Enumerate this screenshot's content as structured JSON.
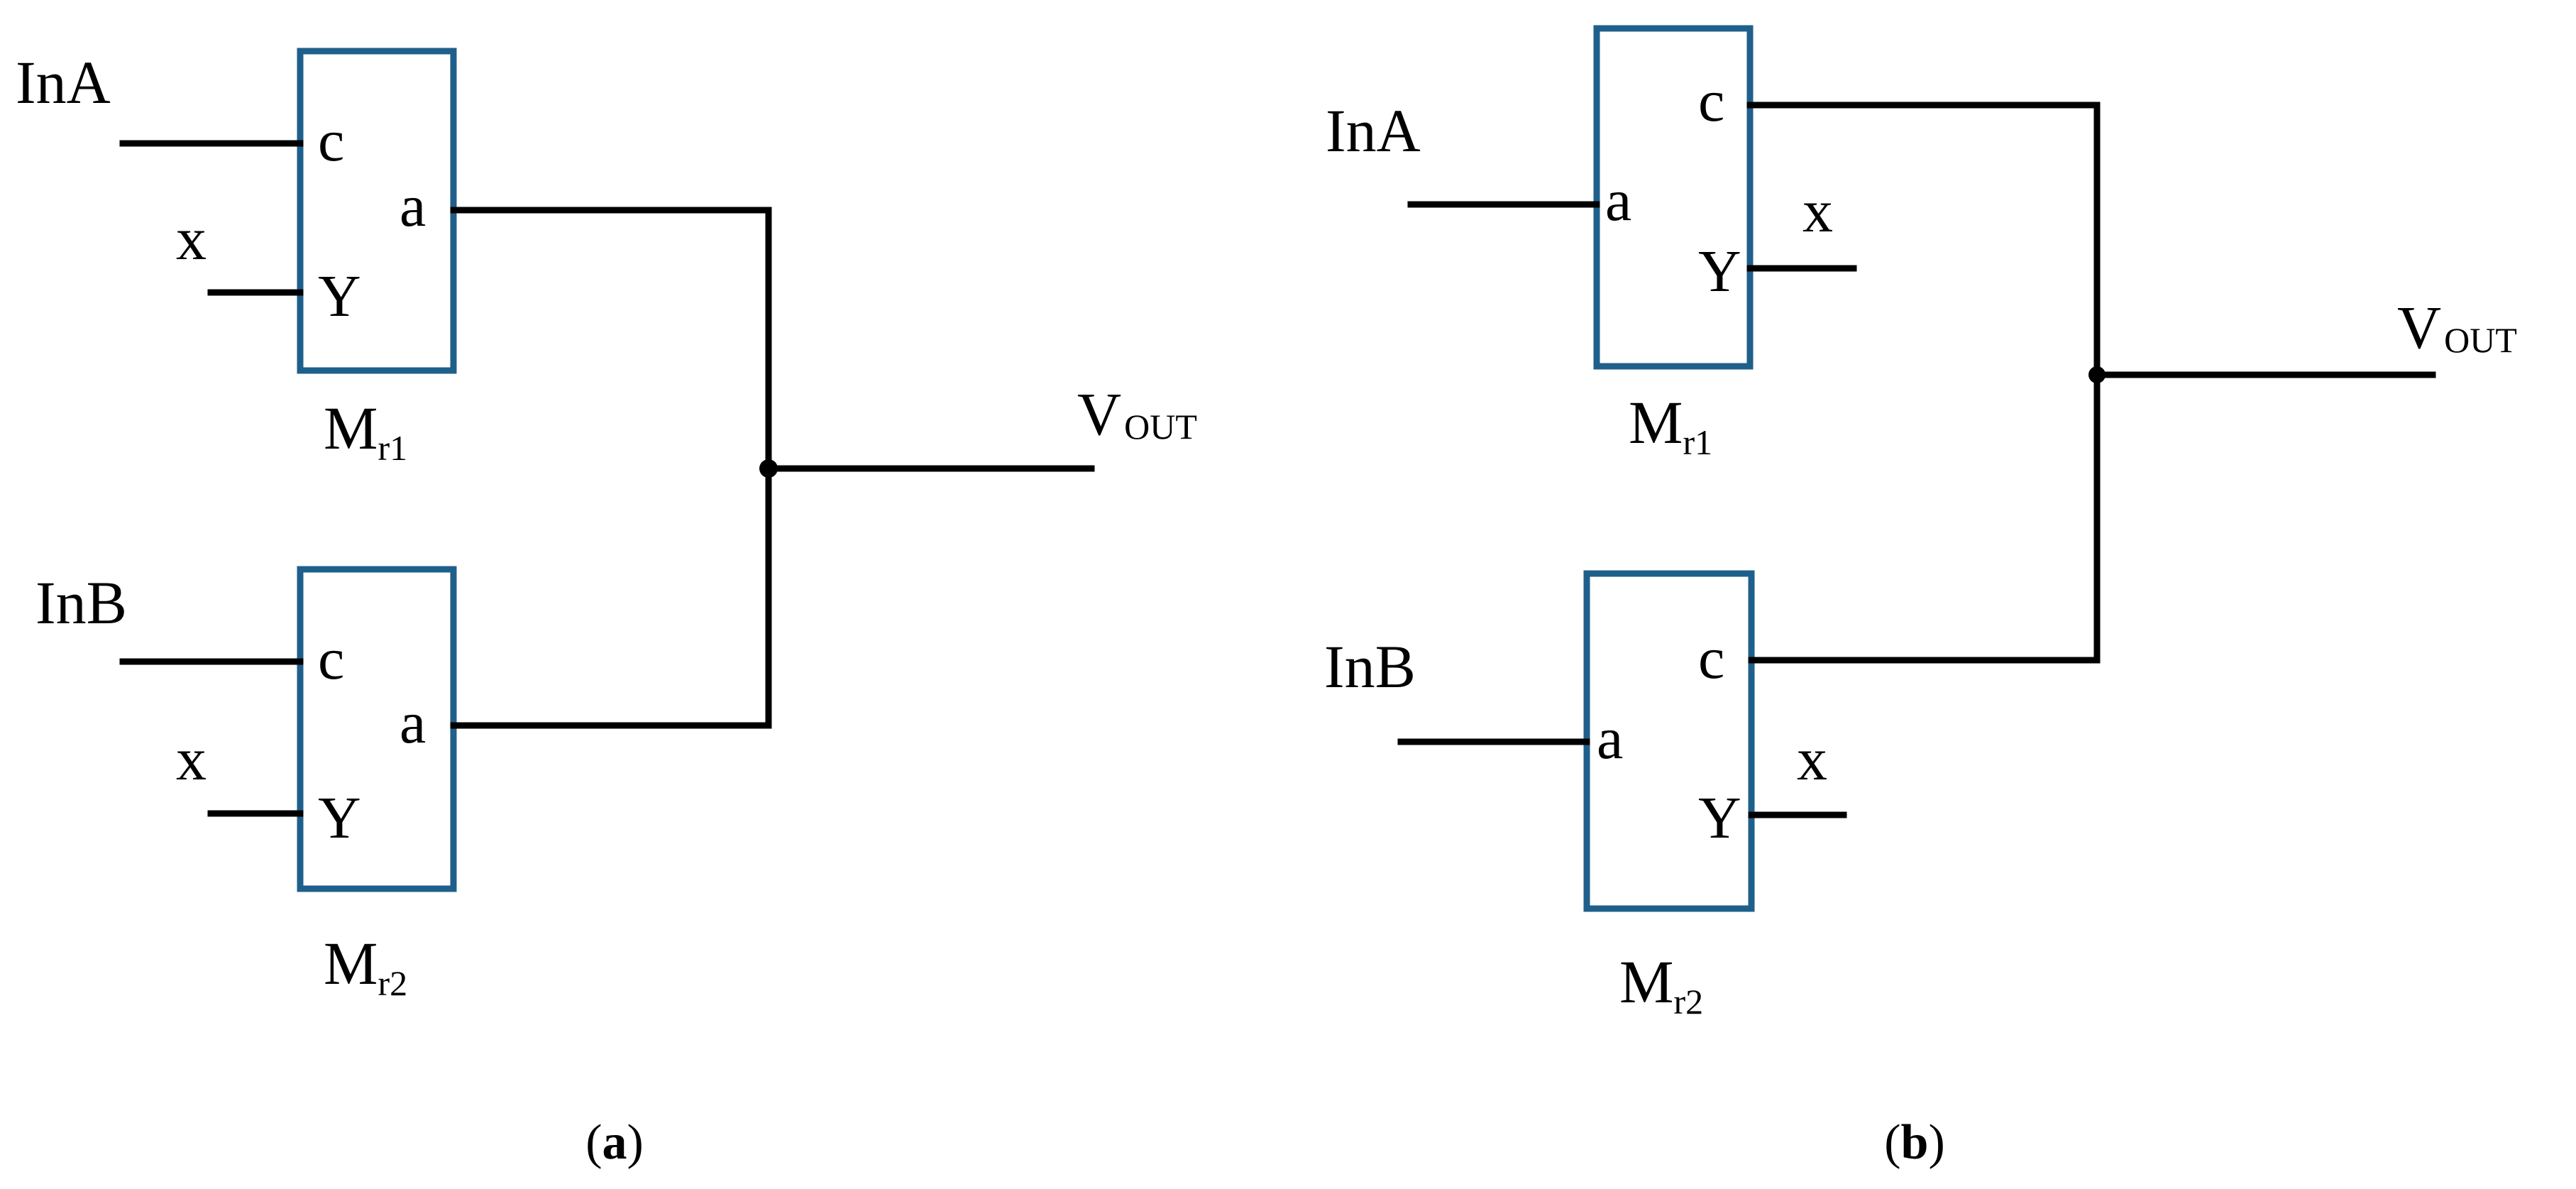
{
  "colors": {
    "box_stroke": "#1f5f8b",
    "wire": "#000000",
    "background": "#ffffff"
  },
  "panel_a": {
    "caption_open": "(",
    "caption_letter": "a",
    "caption_close": ")",
    "inputs": {
      "in_a": "InA",
      "in_b": "InB"
    },
    "x_label": "x",
    "pins": {
      "c": "c",
      "a": "a",
      "y": "Y"
    },
    "device_1": {
      "name": "M",
      "sub": "r1"
    },
    "device_2": {
      "name": "M",
      "sub": "r2"
    },
    "output": {
      "name": "V",
      "sub": "OUT"
    }
  },
  "panel_b": {
    "caption_open": "(",
    "caption_letter": "b",
    "caption_close": ")",
    "inputs": {
      "in_a": "InA",
      "in_b": "InB"
    },
    "x_label": "x",
    "pins": {
      "c": "c",
      "a": "a",
      "y": "Y"
    },
    "device_1": {
      "name": "M",
      "sub": "r1"
    },
    "device_2": {
      "name": "M",
      "sub": "r2"
    },
    "output": {
      "name": "V",
      "sub": "OUT"
    }
  }
}
